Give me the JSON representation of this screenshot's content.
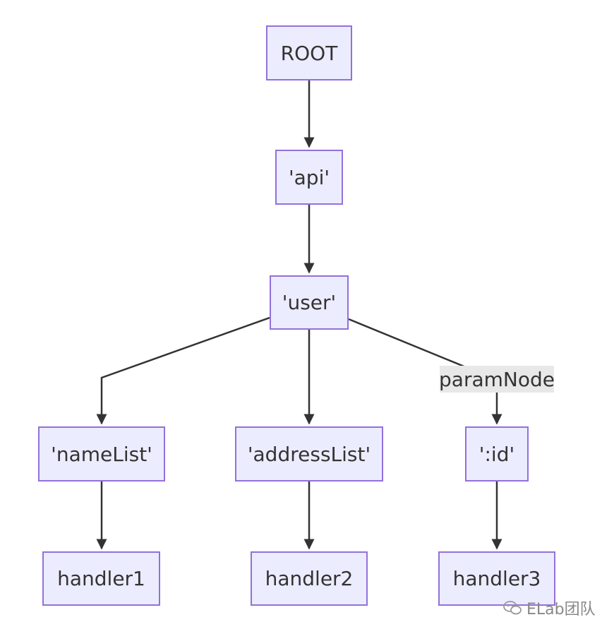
{
  "nodes": {
    "root": "ROOT",
    "api": "'api'",
    "user": "'user'",
    "name_list": "'nameList'",
    "address_list": "'addressList'",
    "id": "':id'",
    "handler1": "handler1",
    "handler2": "handler2",
    "handler3": "handler3"
  },
  "edge_labels": {
    "param_node": "paramNode"
  },
  "watermark": {
    "text": "ELab团队",
    "icon": "wechat-icon"
  },
  "colors": {
    "node_fill": "#ececff",
    "node_border": "#9370db",
    "edge": "#333333",
    "edge_label_bg": "#e8e8e8"
  }
}
